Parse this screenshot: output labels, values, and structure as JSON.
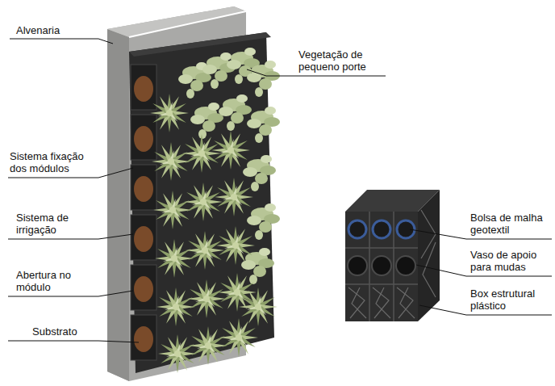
{
  "diagram": {
    "labels": [
      "Alvenaria",
      "Vegetação de pequeno porte",
      "Sistema fixação dos módulos",
      "Sistema de irrigação",
      "Abertura no módulo",
      "Substrato",
      "Bolsa de malha geotextil",
      "Vaso de apoio para mudas",
      "Box estrutural plástico"
    ]
  }
}
